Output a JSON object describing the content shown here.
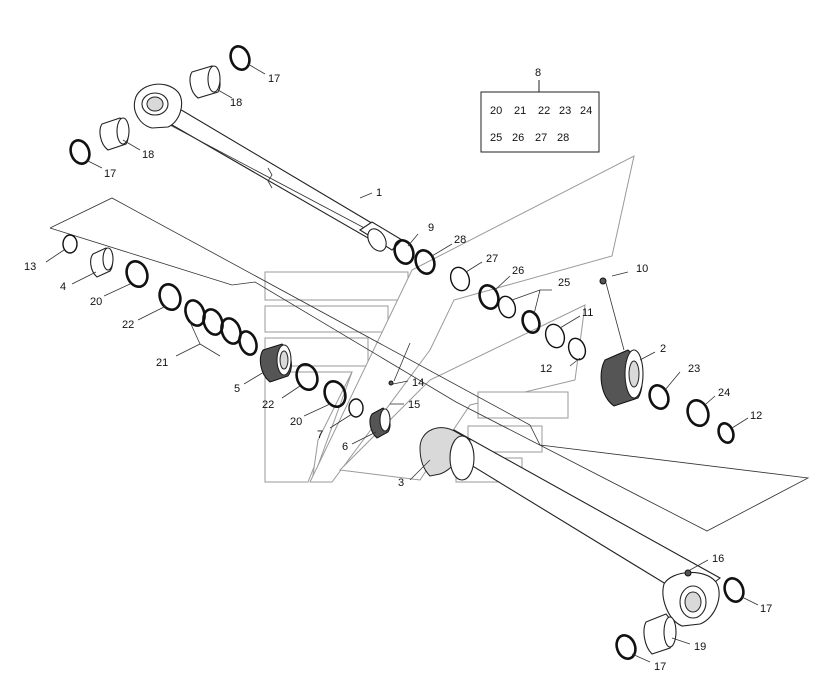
{
  "callouts": {
    "c1": "1",
    "c2": "2",
    "c3": "3",
    "c4": "4",
    "c5": "5",
    "c6": "6",
    "c7": "7",
    "c8": "8",
    "c9": "9",
    "c10": "10",
    "c11": "11",
    "c12a": "12",
    "c12b": "12",
    "c13": "13",
    "c14": "14",
    "c15": "15",
    "c16": "16",
    "c17a": "17",
    "c17b": "17",
    "c17c": "17",
    "c17d": "17",
    "c18a": "18",
    "c18b": "18",
    "c19": "19",
    "c20a": "20",
    "c20b": "20",
    "c21": "21",
    "c22a": "22",
    "c22b": "22",
    "c23": "23",
    "c24": "24",
    "c25": "25",
    "c26": "26",
    "c27": "27",
    "c28": "28"
  },
  "kit_box": {
    "row1": [
      "20",
      "21",
      "22",
      "23",
      "24"
    ],
    "row2": [
      "25",
      "26",
      "27",
      "28"
    ]
  }
}
